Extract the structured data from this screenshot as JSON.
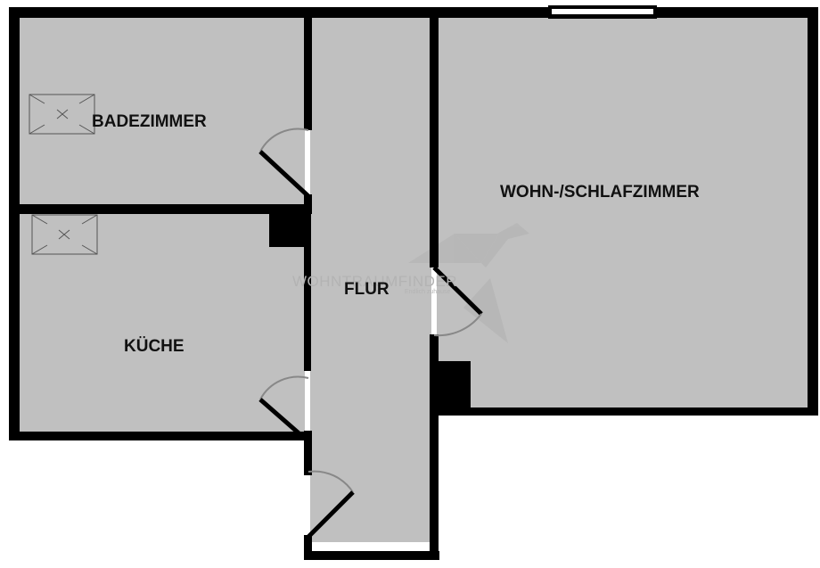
{
  "floorplan": {
    "colors": {
      "floor": "#c0c0c0",
      "wall": "#000000",
      "background": "#ffffff",
      "door_arc": "#808080",
      "watermark": "#b3b3b3"
    },
    "rooms": [
      {
        "id": "bad",
        "label": "BADEZIMMER"
      },
      {
        "id": "kueche",
        "label": "KÜCHE"
      },
      {
        "id": "flur",
        "label": "FLUR"
      },
      {
        "id": "wohn",
        "label": "WOHN-/SCHLAFZIMMER"
      }
    ],
    "watermark": {
      "brand": "WOHNTRAUMFINDER",
      "tagline": "Endlich zuhause"
    },
    "fixtures": [
      {
        "type": "window",
        "room": "wohn"
      },
      {
        "type": "skylight",
        "room": "bad"
      },
      {
        "type": "skylight",
        "room": "kueche"
      }
    ]
  }
}
